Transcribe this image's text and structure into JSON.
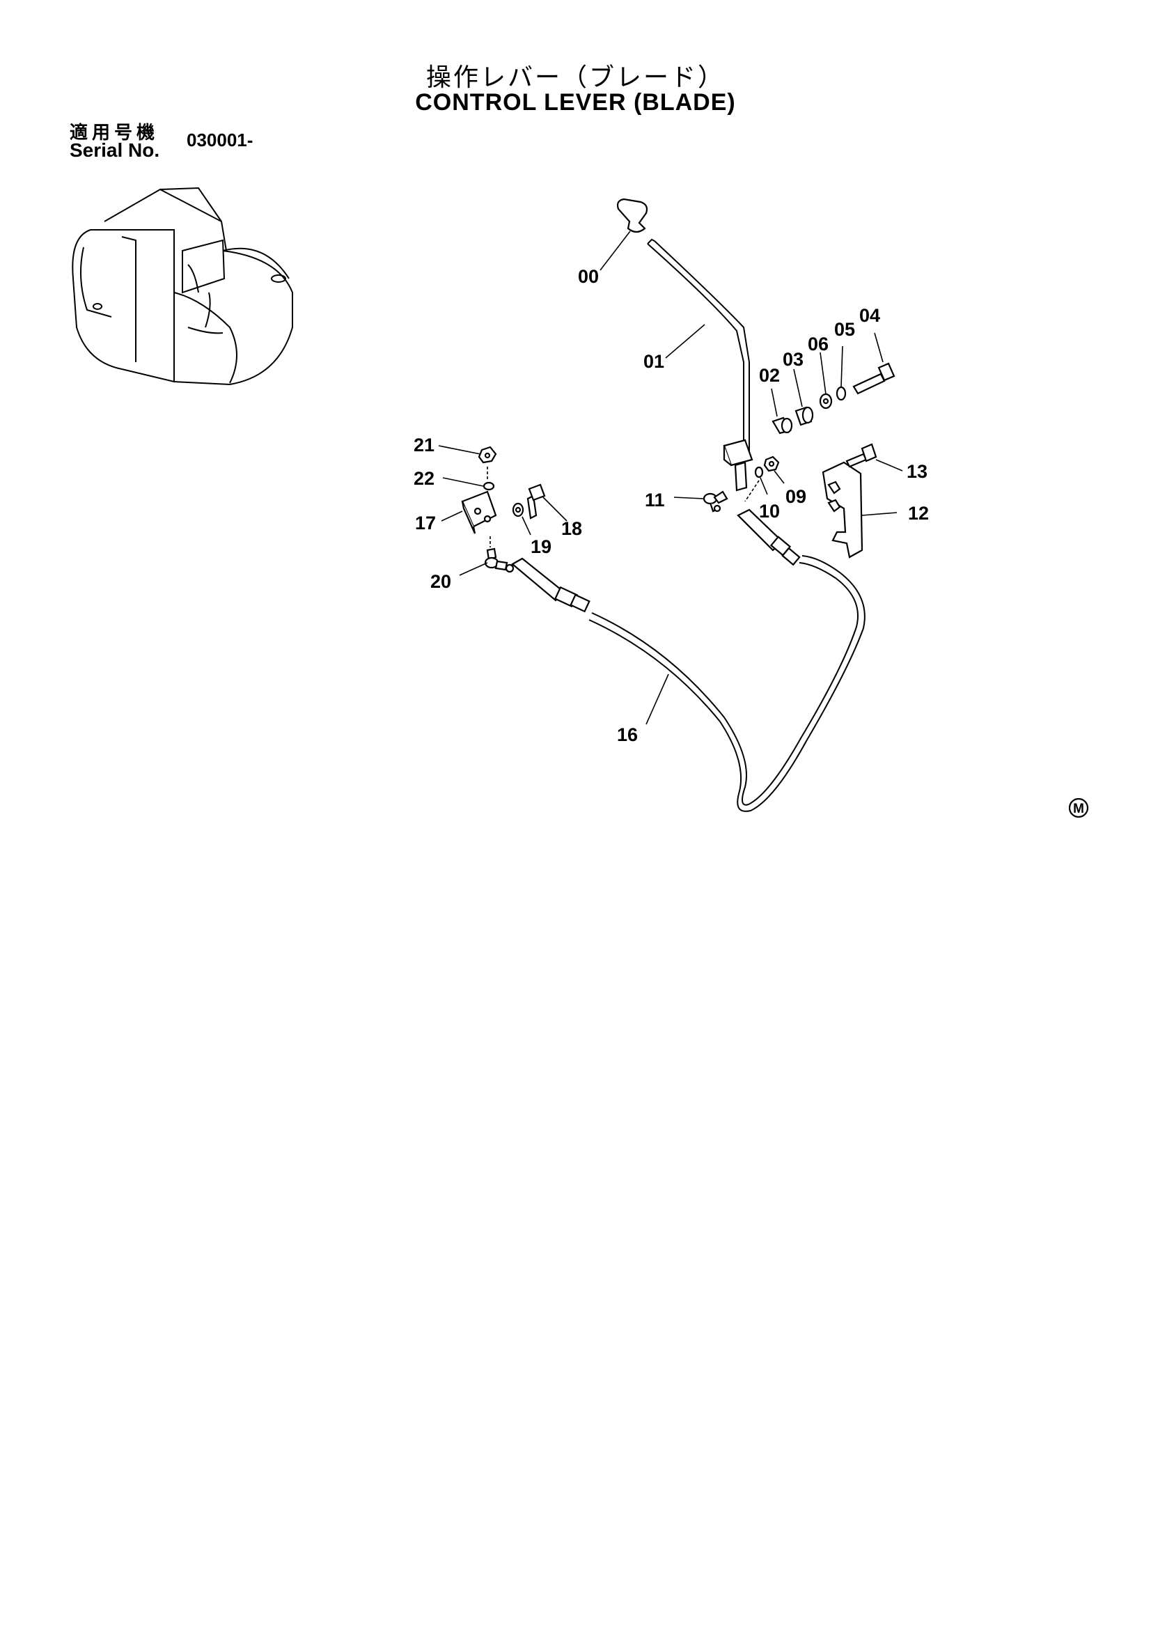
{
  "header": {
    "title_jp": "操作レバー（ブレード）",
    "title_en": "CONTROL LEVER (BLADE)"
  },
  "serial": {
    "label_jp": "適用号機",
    "label_en": "Serial No.",
    "value": "030001-"
  },
  "callouts": {
    "c00": "00",
    "c01": "01",
    "c02": "02",
    "c03": "03",
    "c04": "04",
    "c05": "05",
    "c06": "06",
    "c09": "09",
    "c10": "10",
    "c11": "11",
    "c12": "12",
    "c13": "13",
    "c16": "16",
    "c17": "17",
    "c18": "18",
    "c19": "19",
    "c20": "20",
    "c21": "21",
    "c22": "22"
  },
  "mark": "M"
}
